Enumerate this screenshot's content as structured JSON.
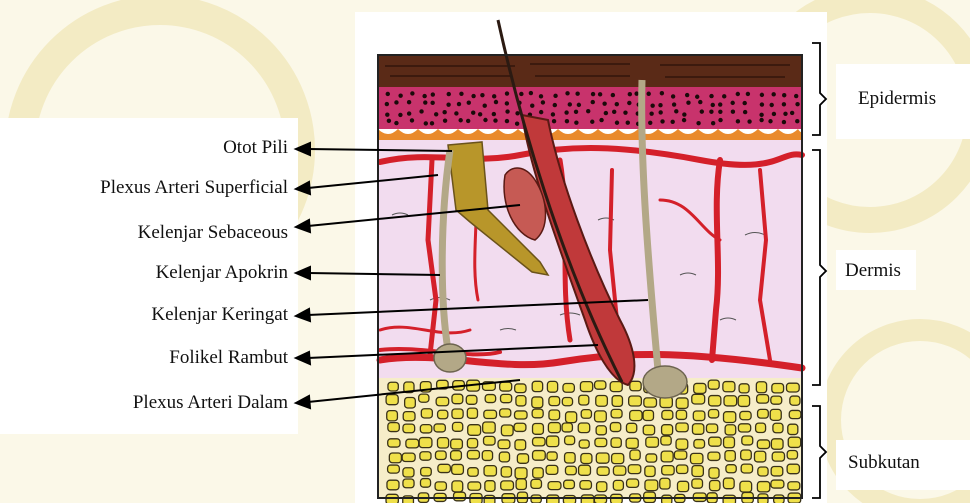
{
  "left_labels": [
    "Otot Pili",
    "Plexus Arteri Superficial",
    "Kelenjar Sebaceous",
    "Kelenjar Apokrin",
    "Kelenjar Keringat",
    "Folikel Rambut",
    "Plexus Arteri Dalam"
  ],
  "right_labels": {
    "epidermis": "Epidermis",
    "dermis": "Dermis",
    "subkutan": "Subkutan"
  },
  "colors": {
    "background": "#fbf8e8",
    "watermark": "#f4edc9",
    "stratum_corneum": "#5a2a17",
    "epidermis": "#c8336c",
    "basal_layer": "#e98a2c",
    "dermis": "#f2dcef",
    "vessel": "#d4202a",
    "hair_follicle": "#c0393a",
    "hair": "#2b1a12",
    "arrector_pili": "#b8962a",
    "sebaceous": "#c65a54",
    "gland_duct": "#b3a887",
    "subcutis": "#f6edc9",
    "fat_cell": "#efe04a"
  }
}
